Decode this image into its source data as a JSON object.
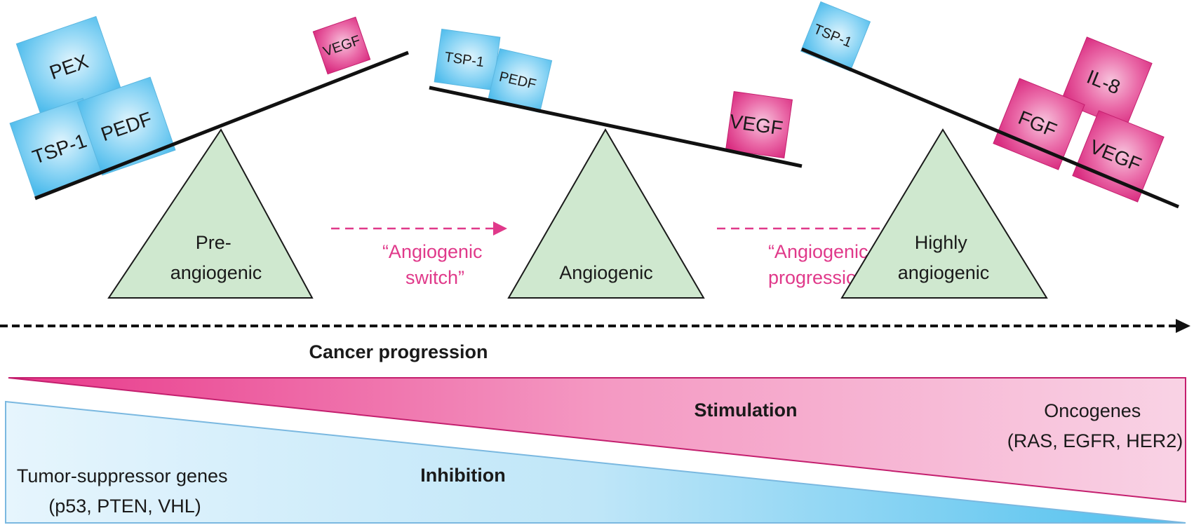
{
  "title": "Angiogenic switch in cancer progression",
  "colors": {
    "inhibitor_block": "#5ec3ee",
    "stimulator_block": "#e0398a",
    "fulcrum": "#cfe8cf",
    "transition_arrow": "#e0398a",
    "progression_arrow": "#000000",
    "stimulation_wedge": "#e0398a",
    "inhibition_wedge": "#5ec3ee"
  },
  "stages": [
    {
      "label_lines": [
        "Pre-",
        "angiogenic"
      ],
      "inhibitors": [
        "PEX",
        "TSP-1",
        "PEDF"
      ],
      "stimulators": [
        "VEGF"
      ]
    },
    {
      "label_lines": [
        "Angiogenic"
      ],
      "inhibitors": [
        "TSP-1",
        "PEDF"
      ],
      "stimulators": [
        "VEGF"
      ]
    },
    {
      "label_lines": [
        "Highly",
        "angiogenic"
      ],
      "inhibitors": [
        "TSP-1"
      ],
      "stimulators": [
        "IL-8",
        "FGF",
        "VEGF"
      ]
    }
  ],
  "transitions": [
    {
      "label_lines": [
        "“Angiogenic",
        "switch”"
      ]
    },
    {
      "label_lines": [
        "“Angiogenic",
        "progression”"
      ]
    }
  ],
  "progression_axis": {
    "label": "Cancer progression"
  },
  "stimulation": {
    "label": "Stimulation",
    "source_lines": [
      "Oncogenes",
      "(RAS, EGFR, HER2)"
    ]
  },
  "inhibition": {
    "label": "Inhibition",
    "source_lines": [
      "Tumor-suppressor genes",
      "(p53, PTEN, VHL)"
    ]
  }
}
